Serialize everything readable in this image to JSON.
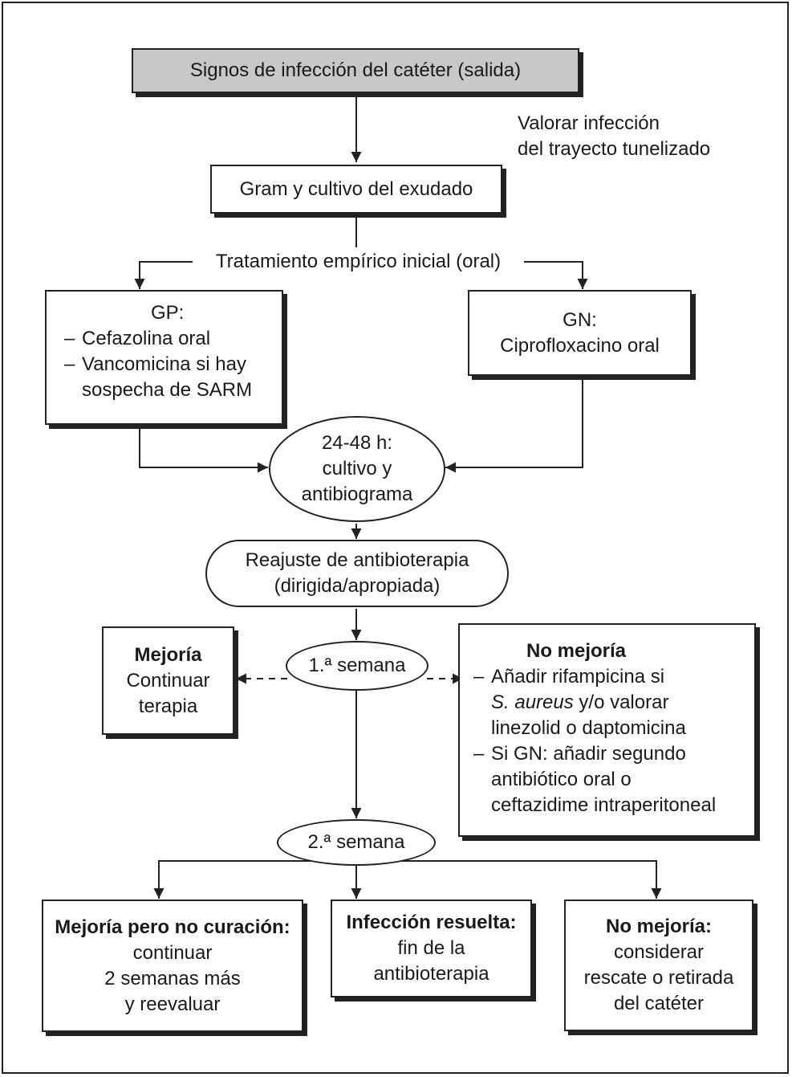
{
  "start": {
    "label": "Signos de infección del catéter (salida)"
  },
  "side_note": {
    "line1": "Valorar infección",
    "line2": "del trayecto tunelizado"
  },
  "gram": {
    "label": "Gram y cultivo del exudado"
  },
  "empirical": {
    "label": "Tratamiento empírico inicial (oral)"
  },
  "gp": {
    "title": "GP:",
    "item1": "Cefazolina oral",
    "item2_line1": "Vancomicina si hay",
    "item2_line2": "sospecha de SARM",
    "dash": "–"
  },
  "gn": {
    "title": "GN:",
    "drug": "Ciprofloxacino oral"
  },
  "culture": {
    "line1": "24-48 h:",
    "line2": "cultivo y",
    "line3": "antibiograma"
  },
  "adjust": {
    "line1": "Reajuste de antibioterapia",
    "line2": "(dirigida/apropiada)"
  },
  "week1": {
    "label": "1.ª semana"
  },
  "improvement1": {
    "title": "Mejoría",
    "line2": "Continuar",
    "line3": "terapia"
  },
  "no_improvement1": {
    "title": "No mejoría",
    "dash": "–",
    "item1_line1": "Añadir rifampicina si",
    "item1_species": "S. aureus",
    "item1_line2_rest": " y/o valorar",
    "item1_line3": "linezolid o daptomicina",
    "item2_line1": "Si GN: añadir segundo",
    "item2_line2": "antibiótico oral o",
    "item2_line3": "ceftazidime intraperitoneal"
  },
  "week2": {
    "label": "2.ª semana"
  },
  "outcome_partial": {
    "title": "Mejoría pero no curación:",
    "line2": "continuar",
    "line3": "2 semanas más",
    "line4": "y reevaluar"
  },
  "outcome_resolved": {
    "title": "Infección resuelta:",
    "line2": "fin de la",
    "line3": "antibioterapia"
  },
  "outcome_none": {
    "title": "No mejoría:",
    "line2": "considerar",
    "line3": "rescate o retirada",
    "line4": "del catéter"
  },
  "colors": {
    "start_fill": "#c8c8c8",
    "stroke": "#222222"
  }
}
